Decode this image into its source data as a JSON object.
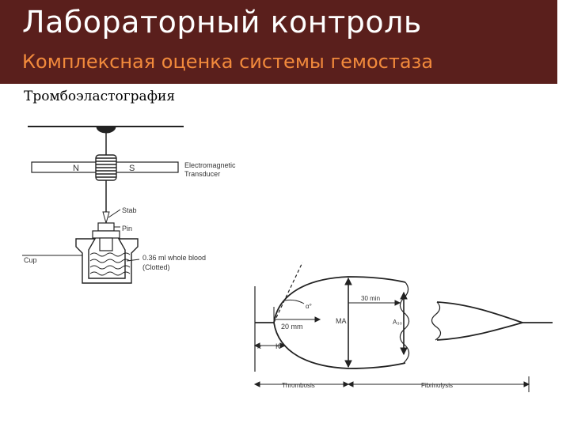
{
  "slide": {
    "title": "Лабораторный контроль",
    "subtitle": "Комплексная оценка системы гемостаза",
    "caption": "Тромбоэластография"
  },
  "apparatus": {
    "magnet_n": "N",
    "magnet_s": "S",
    "transducer_line1": "Electromagnetic",
    "transducer_line2": "Transducer",
    "stab": "Stab",
    "pin": "Pin",
    "cup": "Cup",
    "blood_line1": "0.36 ml whole blood",
    "blood_line2": "(Clotted)"
  },
  "trace": {
    "alpha": "α°",
    "twenty_mm": "20 mm",
    "r": "R",
    "k": "K",
    "ma": "MA",
    "thirty_min": "30 min",
    "a30": "A₃₀",
    "thrombosis": "Thrombosis",
    "fibrinolysis": "Fibrinolysis"
  },
  "colors": {
    "header_bg": "#5a1f1c",
    "title": "#ffffff",
    "subtitle": "#f28a3c"
  }
}
